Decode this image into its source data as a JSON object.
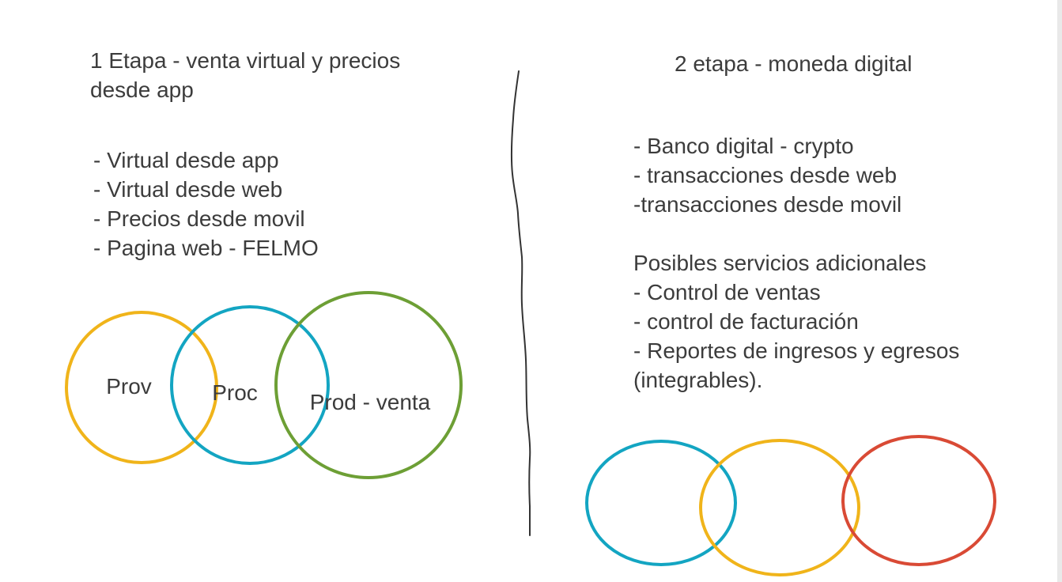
{
  "stage1": {
    "title": "1 Etapa - venta virtual y precios desde app",
    "items": [
      "- Virtual desde app",
      "- Virtual desde web",
      "- Precios desde movil",
      "- Pagina web - FELMO"
    ],
    "circles": [
      {
        "label": "Prov",
        "color": "#f0b41a"
      },
      {
        "label": "Proc",
        "color": "#13a5c2"
      },
      {
        "label": "Prod - venta",
        "color": "#6d9f35"
      }
    ]
  },
  "stage2": {
    "title": "2 etapa - moneda digital",
    "items": [
      "- Banco digital - crypto",
      "- transacciones desde web",
      "-transacciones desde movil"
    ],
    "services_heading": "Posibles servicios adicionales",
    "services": [
      "- Control de ventas",
      "- control de facturación",
      "- Reportes de ingresos y egresos (integrables)."
    ],
    "circles": [
      {
        "color": "#13a5c2"
      },
      {
        "color": "#f0b41a"
      },
      {
        "color": "#d94a35"
      }
    ]
  },
  "divider_color": "#333333"
}
